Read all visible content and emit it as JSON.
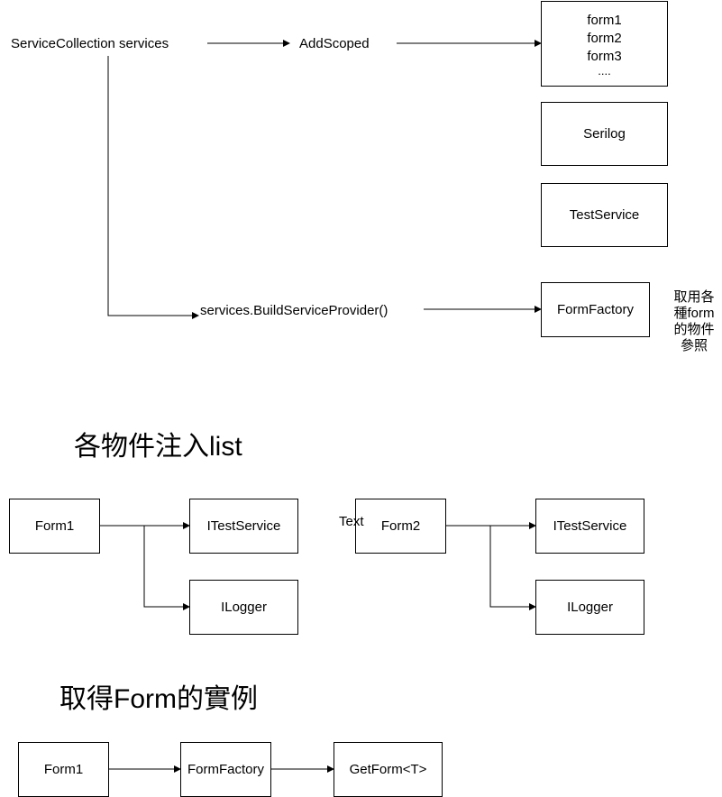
{
  "top": {
    "services_label": "ServiceCollection services",
    "addscoped_label": "AddScoped",
    "build_label": "services.BuildServiceProvider()",
    "forms_box": [
      "form1",
      "form2",
      "form3",
      "...."
    ],
    "serilog_box": "Serilog",
    "testservice_box": "TestService",
    "formfactory_box": "FormFactory",
    "note_lines": [
      "取用各",
      "種form",
      "的物件",
      "參照"
    ]
  },
  "section_inject": {
    "heading": "各物件注入list",
    "left": {
      "form": "Form1",
      "service": "ITestService",
      "logger": "ILogger"
    },
    "right": {
      "form": "Form2",
      "service": "ITestService",
      "logger": "ILogger"
    },
    "text_label": "Text"
  },
  "section_instance": {
    "heading": "取得Form的實例",
    "form": "Form1",
    "factory": "FormFactory",
    "getform": "GetForm<T>"
  }
}
